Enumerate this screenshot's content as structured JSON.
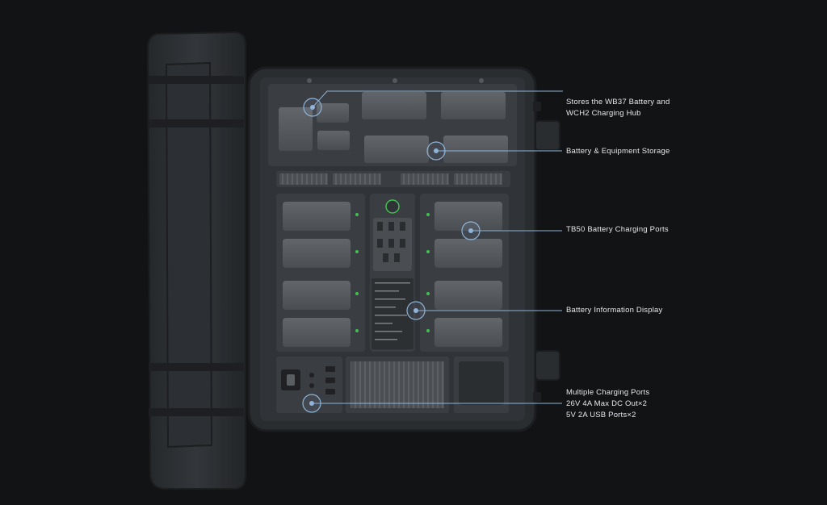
{
  "colors": {
    "background": "#121314",
    "case_shell": "#2a2d30",
    "compartment": "#3a3d41",
    "battery": "#55595e",
    "leader_line": "#8fb4d8",
    "hotspot_ring": "#8fb4d8",
    "led_green": "#3fc24f"
  },
  "callouts": [
    {
      "id": "wb37",
      "lines": [
        "Stores the WB37 Battery and",
        "WCH2 Charging Hub"
      ]
    },
    {
      "id": "storage",
      "lines": [
        "Battery & Equipment Storage"
      ]
    },
    {
      "id": "tb50",
      "lines": [
        "TB50 Battery Charging Ports"
      ]
    },
    {
      "id": "display",
      "lines": [
        "Battery Information Display"
      ]
    },
    {
      "id": "ports",
      "lines": [
        "Multiple Charging Ports",
        "26V 4A Max DC Out×2",
        "5V 2A USB Ports×2"
      ]
    }
  ]
}
